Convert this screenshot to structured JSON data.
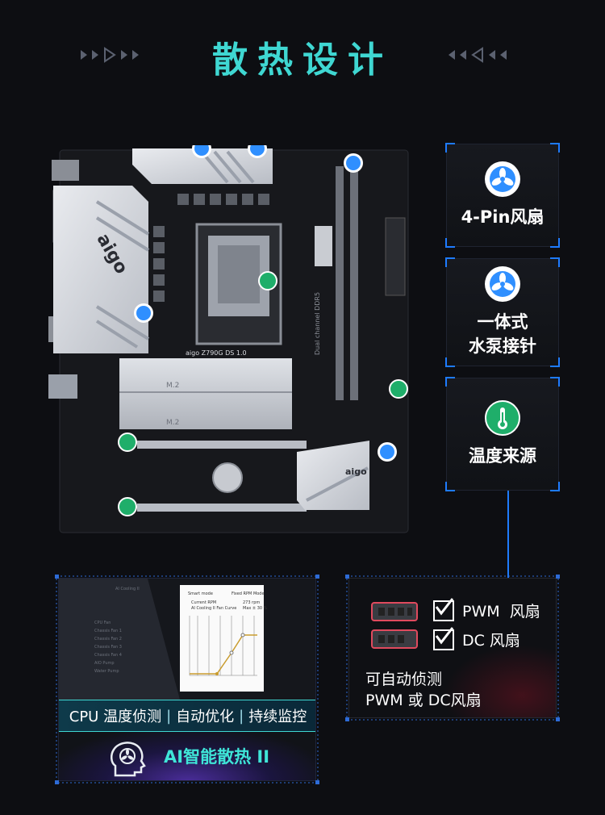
{
  "header": {
    "title": "散热设计"
  },
  "motherboard": {
    "brand": "aigo",
    "model": "aigo Z790G DS 1.0",
    "memory_label": "Dual channel DDR5",
    "m2_label": "M.2",
    "heatsink_brand": "aigo"
  },
  "features": [
    {
      "icon": "fan-icon",
      "label_lines": [
        "4-Pin风扇"
      ]
    },
    {
      "icon": "fan-icon",
      "label_lines": [
        "一体式",
        "水泵接针"
      ]
    },
    {
      "icon": "thermometer-icon",
      "label_lines": [
        "温度来源"
      ]
    }
  ],
  "ai_panel": {
    "strip_items": [
      "CPU 温度侦测",
      "自动优化",
      "持续监控"
    ],
    "title": "AI智能散热 II",
    "software": {
      "mode_smart": "Smart mode",
      "mode_fixed": "Fixed RPM Mode",
      "current_rpm_label": "Current RPM",
      "current_rpm_value": "273 rpm",
      "curve_label": "AI Cooling II Fan Curve",
      "max_label": "Max ± 30 %",
      "tab": "AI Cooling II",
      "list": [
        "CPU Fan",
        "Chassis Fan 1",
        "Chassis Fan 2",
        "Chassis Fan 3",
        "Chassis Fan 4",
        "AIO Pump",
        "Water Pump"
      ]
    }
  },
  "pwm_panel": {
    "options": [
      "PWM  风扇",
      "DC 风扇"
    ],
    "desc_lines": [
      "可自动侦测",
      "PWM 或 DC风扇"
    ]
  },
  "colors": {
    "accent_teal": "#3fd7d2",
    "accent_blue": "#1e7bff",
    "fan_badge": "#2f8fff",
    "temp_badge": "#1fae6a",
    "background": "#0d0e12"
  }
}
